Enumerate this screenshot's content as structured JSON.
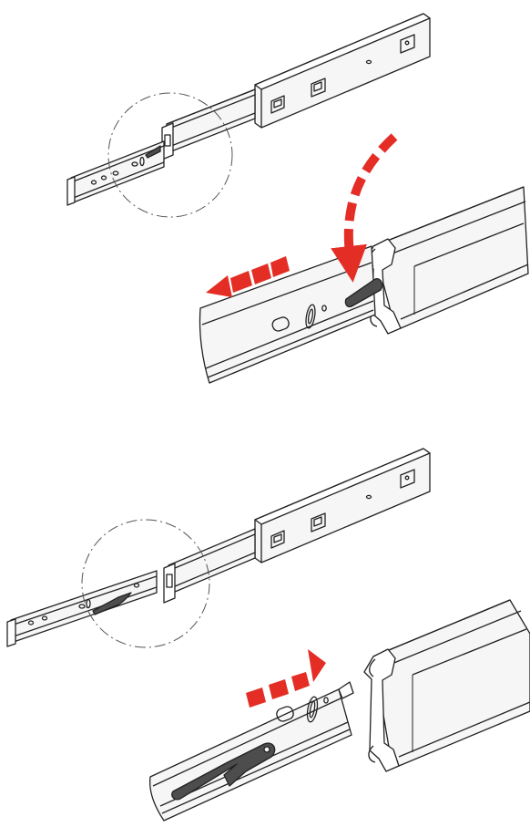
{
  "figure": {
    "steps": [
      {
        "id": "step-1",
        "action": "release-lever-press-down-and-pull-out"
      },
      {
        "id": "step-2",
        "action": "slide-inner-member-out"
      }
    ]
  },
  "icons": {
    "down_arrow": "curved-arrow-down-icon",
    "left_arrow": "dashed-arrow-left-icon",
    "right_arrow": "dashed-arrow-right-icon",
    "lever": "release-lever-icon"
  },
  "colors": {
    "arrow": "#e42d24",
    "outline": "#222222",
    "rail_fill": "#f6f6f6",
    "lever_fill": "#4d4d4d",
    "detail_ring": "#555555"
  }
}
